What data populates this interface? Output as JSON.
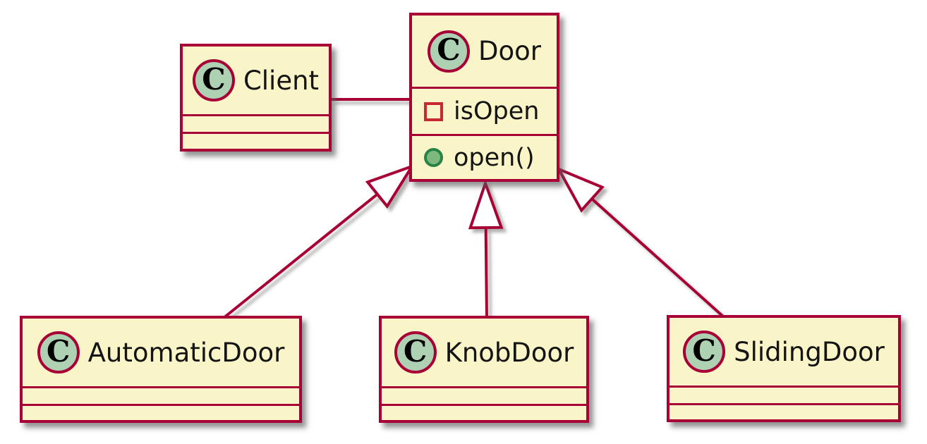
{
  "diagram": {
    "kind": "uml-class-diagram",
    "colors": {
      "accent_border": "#A80036",
      "class_fill": "#FAF5C8",
      "spot_circle_fill": "#ADD1B2",
      "field_icon_border": "#C82830",
      "method_icon_fill": "#7DB97D",
      "method_icon_border": "#288246",
      "background": "#ffffff"
    }
  },
  "classes": {
    "client": {
      "letter": "C",
      "name": "Client"
    },
    "door": {
      "letter": "C",
      "name": "Door",
      "attribute": "isOpen",
      "method": "open()"
    },
    "automatic": {
      "letter": "C",
      "name": "AutomaticDoor"
    },
    "knob": {
      "letter": "C",
      "name": "KnobDoor"
    },
    "sliding": {
      "letter": "C",
      "name": "SlidingDoor"
    }
  },
  "relations": [
    {
      "from": "Client",
      "to": "Door",
      "type": "association"
    },
    {
      "from": "AutomaticDoor",
      "to": "Door",
      "type": "generalization"
    },
    {
      "from": "KnobDoor",
      "to": "Door",
      "type": "generalization"
    },
    {
      "from": "SlidingDoor",
      "to": "Door",
      "type": "generalization"
    }
  ]
}
